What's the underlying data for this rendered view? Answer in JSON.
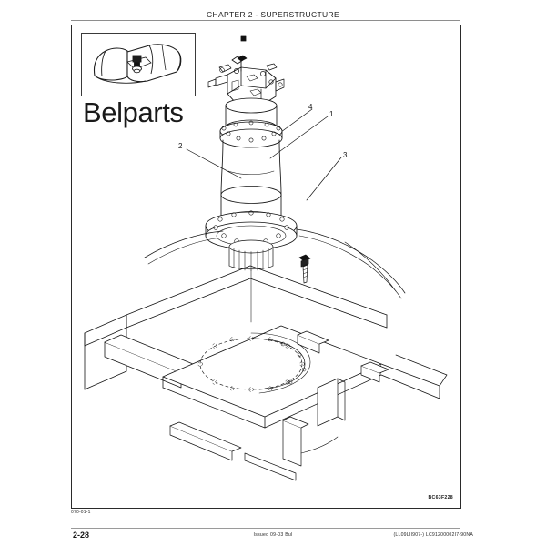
{
  "header": {
    "chapter_title": "CHAPTER 2 - SUPERSTRUCTURE"
  },
  "watermark": {
    "title": "Belparts"
  },
  "locator": {
    "icon_name": "machine-locator-thumbnail",
    "description": "Excavator superstructure locator view with highlighted swing motor"
  },
  "drawing": {
    "description": "Exploded assembly view of swing motor and swing gearbox mounted to superstructure frame",
    "drawing_id": "BC63F228",
    "sheet_id": "070-01-1",
    "callouts": [
      {
        "number": "1",
        "target": "swing-gearbox"
      },
      {
        "number": "2",
        "target": "superstructure-frame"
      },
      {
        "number": "3",
        "target": "mounting-bolt-lower"
      },
      {
        "number": "4",
        "target": "mounting-bolt-upper"
      }
    ]
  },
  "footer": {
    "page_number": "2-28",
    "issue": "Issued 09-03  Bul",
    "document_code": "(LL09LII907-)  LC91200002I7-90NA"
  }
}
